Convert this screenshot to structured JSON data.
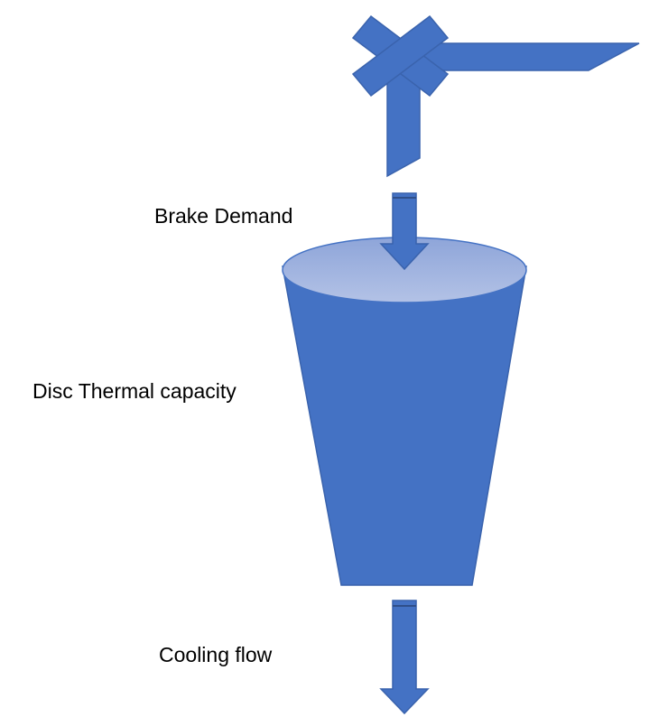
{
  "labels": {
    "brake_demand": "Brake Demand",
    "disc_thermal_capacity": "Disc Thermal capacity",
    "cooling_flow": "Cooling flow"
  },
  "colors": {
    "shape_fill": "#4472c4",
    "shape_stroke": "#3a63ad",
    "ellipse_top": "#8ea5d9",
    "ellipse_bottom": "#b3c2e6",
    "text": "#000000",
    "background": "#ffffff"
  },
  "icons": {
    "valve": "cross-valve-icon"
  }
}
